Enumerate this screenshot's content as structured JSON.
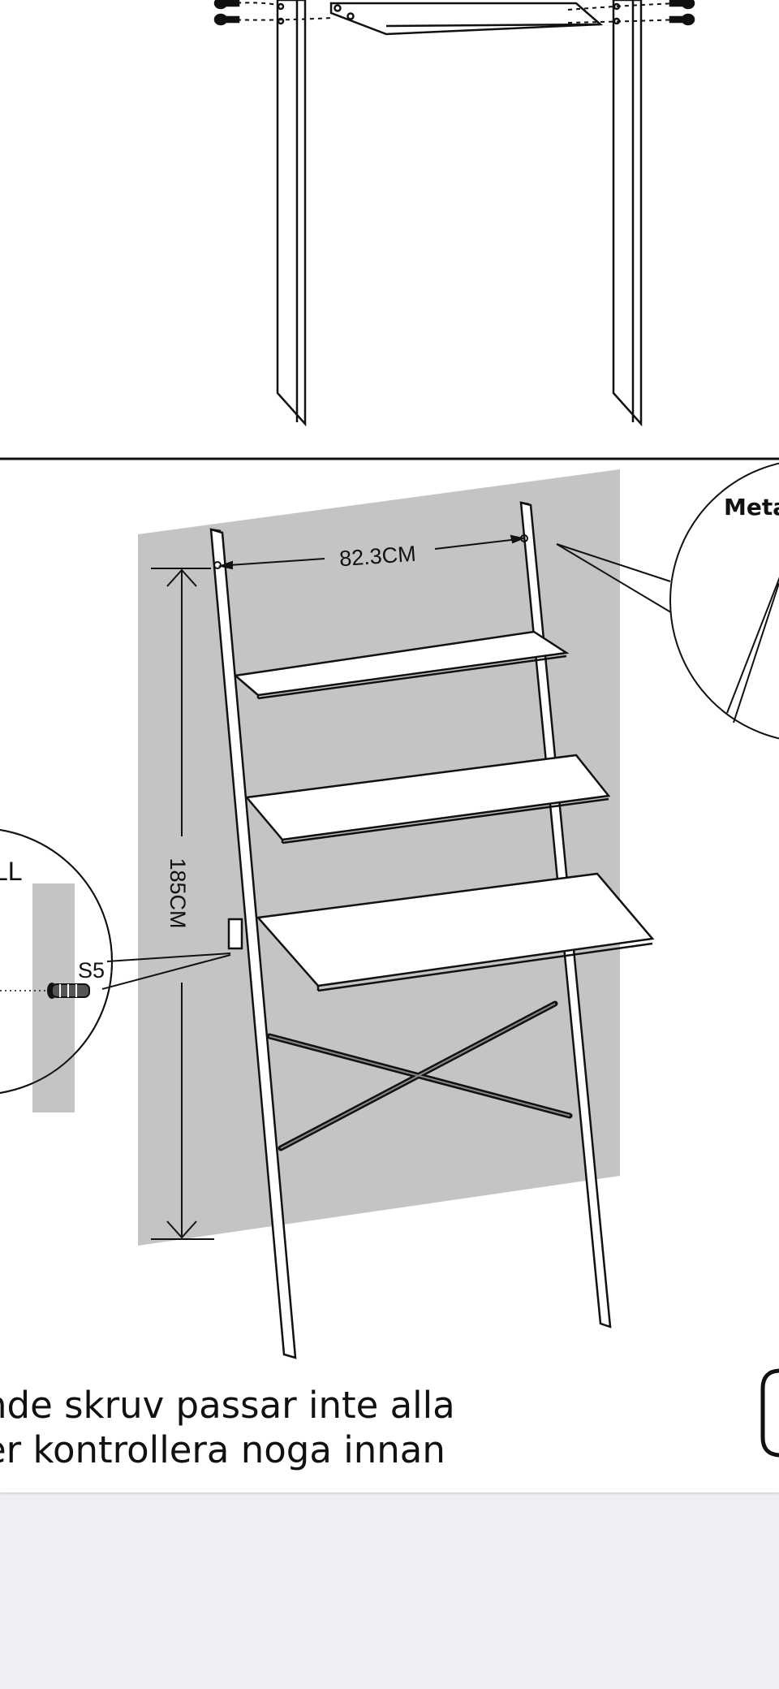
{
  "document": {
    "dimensions": {
      "width_label": "82.3CM",
      "height_label": "185CM"
    },
    "callouts": {
      "top_right_label": "Meta",
      "left_label": "LL",
      "screw_code": "S5"
    },
    "caption_lines": [
      "nde skruv passar inte alla",
      "er kontrollera noga innan"
    ]
  },
  "colors": {
    "wall": "#c4c4c4",
    "line": "#111111",
    "page": "#ffffff",
    "background": "#f0eff4"
  }
}
